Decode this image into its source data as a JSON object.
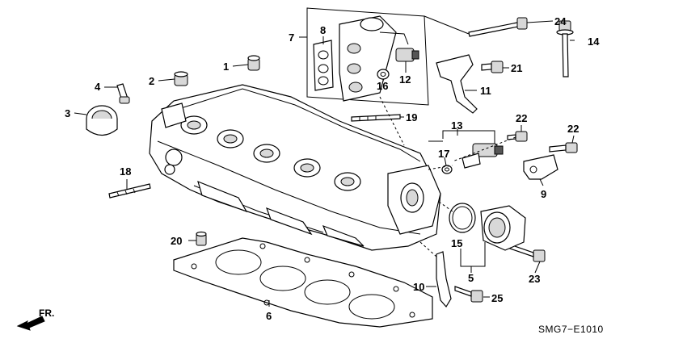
{
  "diagram_code": "SMG7−E1010",
  "direction_label": "FR.",
  "callouts": {
    "c1": "1",
    "c2": "2",
    "c3": "3",
    "c4": "4",
    "c5": "5",
    "c6": "6",
    "c7": "7",
    "c8": "8",
    "c9": "9",
    "c10": "10",
    "c11": "11",
    "c12": "12",
    "c13": "13",
    "c14": "14",
    "c15": "15",
    "c16": "16",
    "c17": "17",
    "c18": "18",
    "c19": "19",
    "c20": "20",
    "c21": "21",
    "c22a": "22",
    "c22b": "22",
    "c23": "23",
    "c24": "24",
    "c25": "25"
  }
}
